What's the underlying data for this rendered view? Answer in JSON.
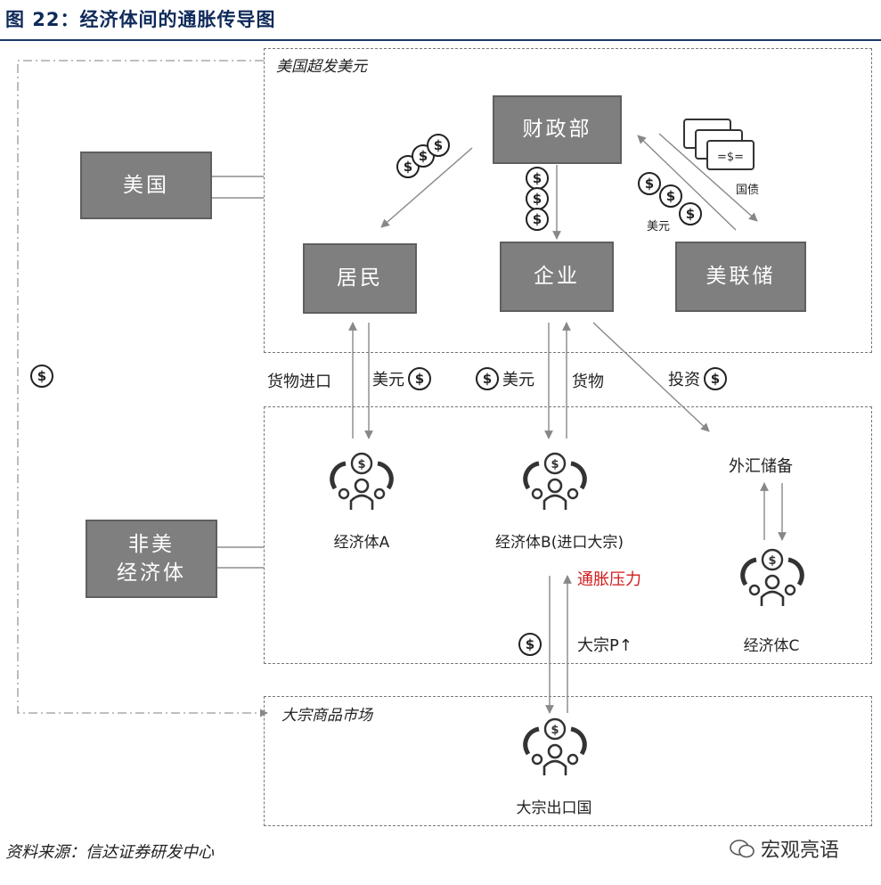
{
  "title": "图 22：经济体间的通胀传导图",
  "regions": {
    "us_label": "美国超发美元",
    "commodity_label": "大宗商品市场"
  },
  "boxes": {
    "usa": "美国",
    "treasury": "财政部",
    "residents": "居民",
    "enterprise": "企业",
    "fed": "美联储",
    "non_us": "非美\n经济体"
  },
  "labels": {
    "goods_import": "货物进口",
    "usd_a": "美元",
    "usd_b": "美元",
    "goods_b": "货物",
    "investment": "投资",
    "fx_reserve": "外汇储备",
    "inflation_pressure": "通胀压力",
    "commodity_price": "大宗P↑",
    "bonds": "国债",
    "usd_small": "美元"
  },
  "nodes": {
    "economy_a": "经济体A",
    "economy_b": "经济体B(进口大宗)",
    "economy_c": "经济体C",
    "exporter": "大宗出口国"
  },
  "icons": {
    "coin": "dollar-coin-icon",
    "coin_symbol": "$",
    "bill_symbol": "=$="
  },
  "footer": {
    "source": "资料来源：信达证券研发中心",
    "watermark": "宏观亮语"
  },
  "colors": {
    "box_fill": "#7f7f7f",
    "title": "#0e2a5a",
    "highlight": "#d01b1b"
  }
}
